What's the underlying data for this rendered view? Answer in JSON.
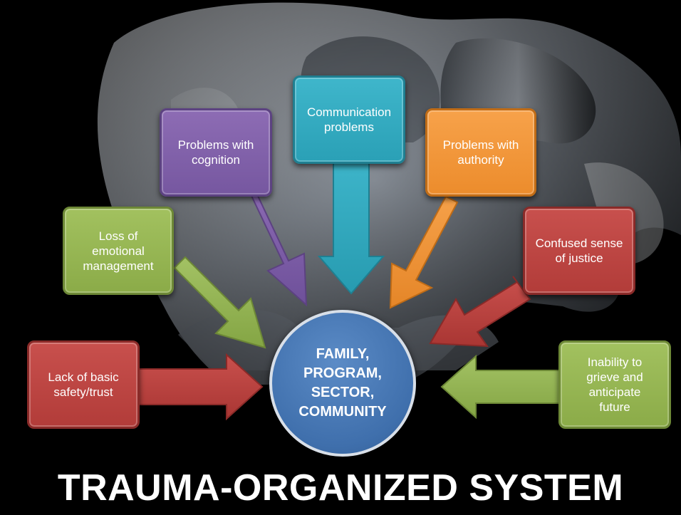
{
  "diagram": {
    "center": {
      "lines": [
        "FAMILY,",
        "PROGRAM,",
        "SECTOR,",
        "COMMUNITY"
      ]
    },
    "factors": [
      {
        "lines": [
          "Lack of basic",
          "safety/trust"
        ],
        "color": "#b94341"
      },
      {
        "lines": [
          "Loss of",
          "emotional",
          "management"
        ],
        "color": "#95b552"
      },
      {
        "lines": [
          "Problems with",
          "cognition"
        ],
        "color": "#8062a9"
      },
      {
        "lines": [
          "Communication",
          "problems"
        ],
        "color": "#31abc0"
      },
      {
        "lines": [
          "Problems with",
          "authority"
        ],
        "color": "#f09435"
      },
      {
        "lines": [
          "Confused sense",
          "of justice"
        ],
        "color": "#b94341"
      },
      {
        "lines": [
          "Inability to",
          "grieve and",
          "anticipate",
          "future"
        ],
        "color": "#95b552"
      }
    ]
  },
  "footer": {
    "title": "TRAUMA-ORGANIZED SYSTEM"
  }
}
